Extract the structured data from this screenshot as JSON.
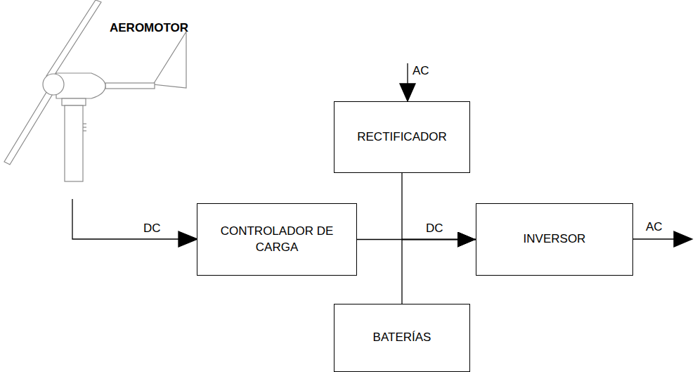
{
  "diagram": {
    "nodes": [
      {
        "text": [
          "RECTIFICADOR"
        ]
      },
      {
        "text": [
          "CONTROLADOR DE CARGA"
        ]
      },
      {
        "text": [
          "INVERSOR"
        ]
      },
      {
        "text": [
          "BATERÍAS"
        ]
      }
    ],
    "edges": [
      {
        "from": 1,
        "to": 2,
        "arrow": "to",
        "label": "DC"
      },
      {
        "from": 0,
        "to": 2,
        "arrow": "to"
      },
      {
        "from": 3,
        "to": 2,
        "arrow": "to"
      }
    ],
    "labels": [
      "AEROMOTOR",
      "AC",
      "DC",
      "AC"
    ]
  }
}
